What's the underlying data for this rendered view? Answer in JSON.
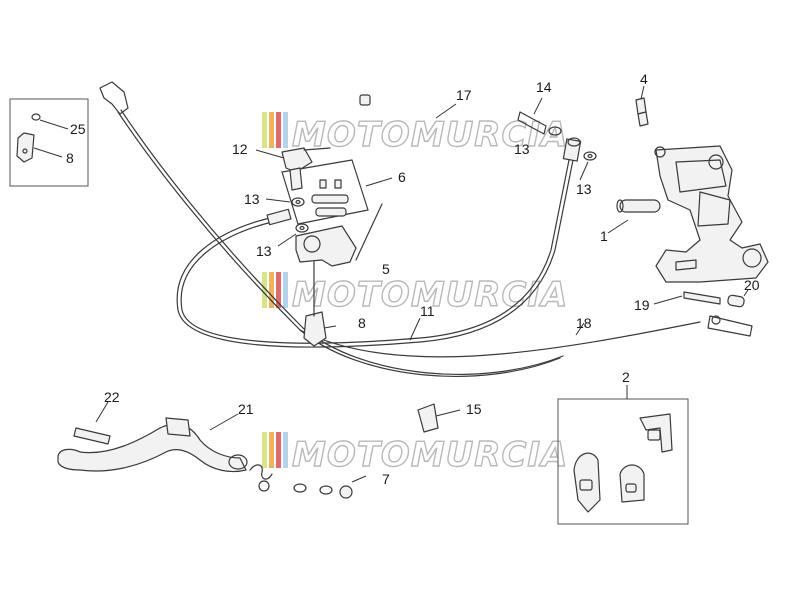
{
  "watermark": {
    "text": "MOTOMURCIA",
    "stripe_colors": [
      "#d9e38a",
      "#f0b35c",
      "#e06a6a",
      "#b5d4ea"
    ]
  },
  "callouts": {
    "c1": "1",
    "c2": "2",
    "c4": "4",
    "c5": "5",
    "c6": "6",
    "c7": "7",
    "c8_box": "8",
    "c8_main": "8",
    "c11": "11",
    "c12": "12",
    "c13_a": "13",
    "c13_b": "13",
    "c13_c": "13",
    "c13_d": "13",
    "c14": "14",
    "c15": "15",
    "c17": "17",
    "c18": "18",
    "c19": "19",
    "c20": "20",
    "c21": "21",
    "c22": "22",
    "c25": "25"
  }
}
